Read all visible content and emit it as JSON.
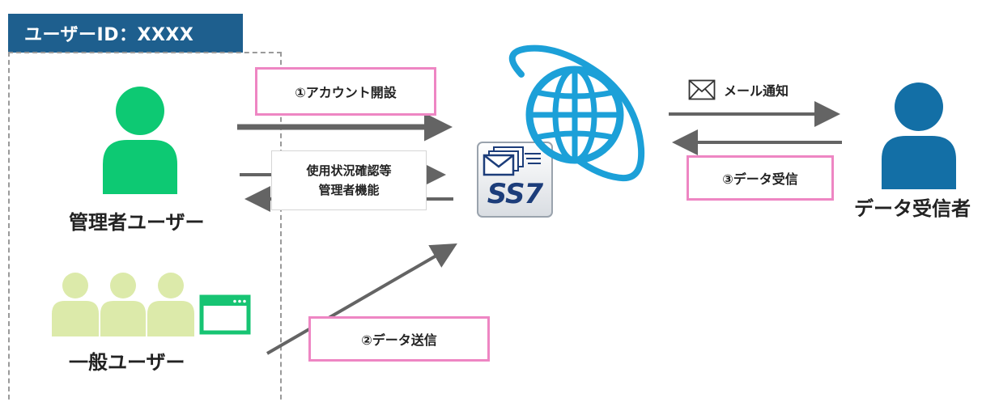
{
  "header": {
    "user_id_label": "ユーザーID：XXXX"
  },
  "actors": {
    "admin": {
      "label": "管理者ユーザー"
    },
    "general": {
      "label": "一般ユーザー"
    },
    "receiver": {
      "label": "データ受信者"
    }
  },
  "steps": {
    "account": "①アカウント開設",
    "send": "②データ送信",
    "receive": "③データ受信"
  },
  "admin_functions": {
    "line1": "使用状況確認等",
    "line2": "管理者機能"
  },
  "mail_notice": {
    "label": "メール通知",
    "icon": "envelope-icon"
  },
  "server": {
    "logo_text": "SS7",
    "icon": "ss7-mail-app-icon"
  },
  "network": {
    "icon": "globe-icon"
  },
  "colors": {
    "header_bg": "#1e5f8e",
    "admin": "#0dc973",
    "general": "#dceaaa",
    "window": "#17c473",
    "receiver": "#136fa6",
    "globe": "#1ca0d8",
    "pink": "#ee86c3",
    "arrow": "#646464"
  }
}
